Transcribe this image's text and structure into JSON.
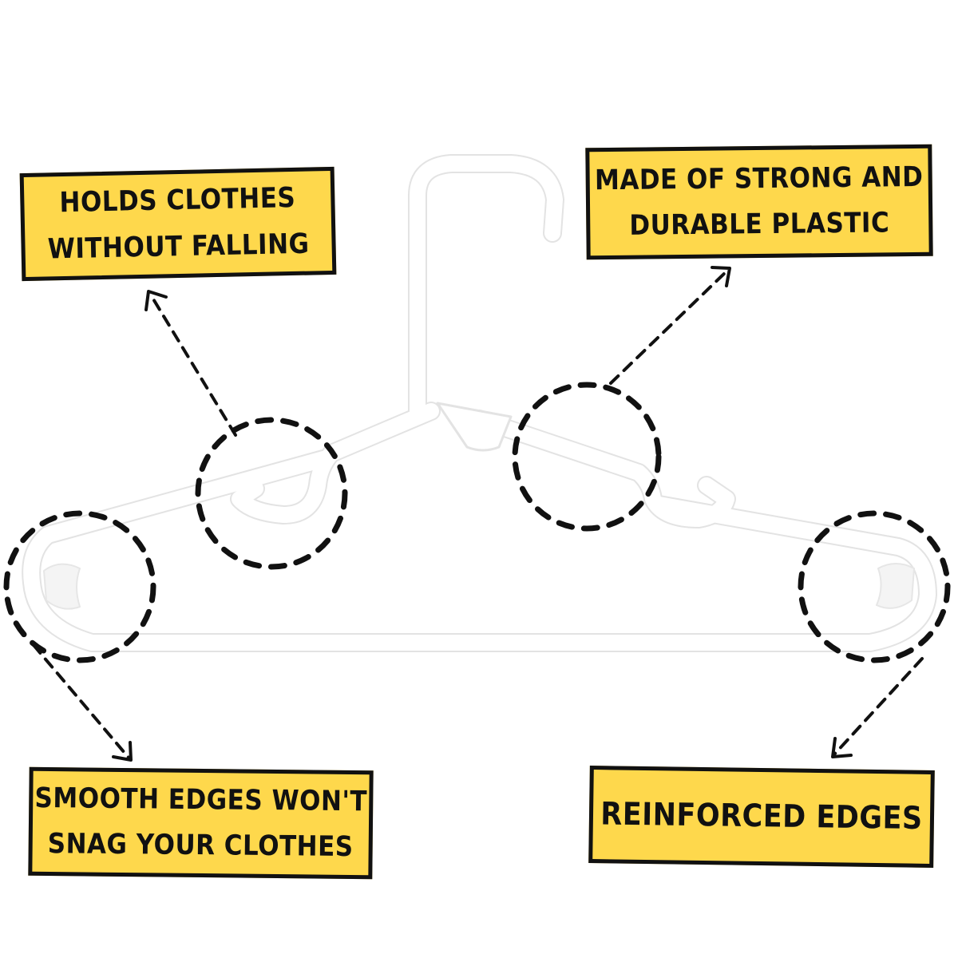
{
  "callouts": {
    "holds": {
      "line1": "HOLDS CLOTHES",
      "line2": "WITHOUT FALLING"
    },
    "material": {
      "line1": "MADE OF STRONG AND",
      "line2": "DURABLE PLASTIC"
    },
    "smooth": {
      "line1": "SMOOTH EDGES WON'T",
      "line2": "SNAG YOUR CLOTHES"
    },
    "reinforced": {
      "line1": "REINFORCED EDGES"
    }
  },
  "colors": {
    "callout_fill": "#fed84c",
    "ink": "#111111",
    "hanger": "#ffffff",
    "hanger_outline": "#e6e6e6",
    "background": "#ffffff"
  },
  "icons": [
    "hanger-illustration",
    "dashed-circle",
    "dashed-arrow"
  ]
}
